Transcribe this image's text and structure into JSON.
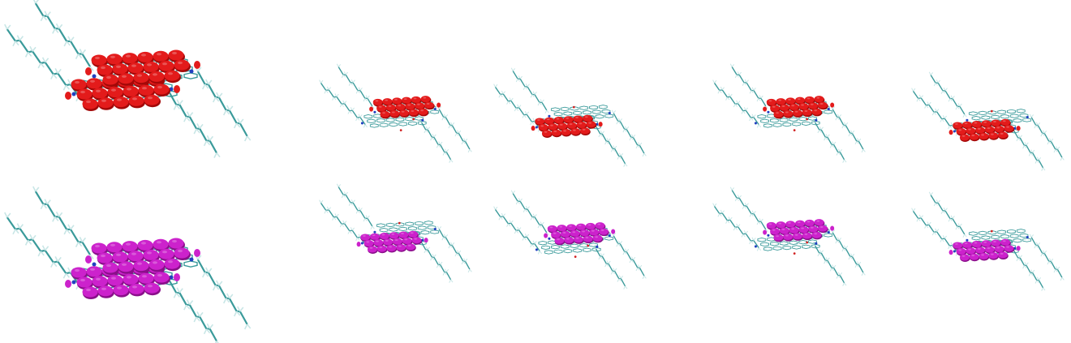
{
  "colors": {
    "background": "#ffffff",
    "occupied_orbital": "#e31b1b",
    "occupied_orbital_dark": "#a30808",
    "virtual_orbital": "#cc22cc",
    "virtual_orbital_dark": "#8a0f8a",
    "carbon_bond": "#3a9a9a",
    "hydrogen": "#c8e6e6",
    "nitrogen": "#2040c0",
    "oxygen": "#d02020"
  },
  "figure": {
    "description_visible_text": "",
    "panels": [
      {
        "id": "dimer-occupied",
        "orbital": "occupied",
        "lobes_on": "both"
      },
      {
        "id": "dimer-virtual",
        "orbital": "virtual",
        "lobes_on": "both"
      },
      {
        "id": "pair1-a-occupied",
        "orbital": "occupied",
        "lobes_on": "top"
      },
      {
        "id": "pair1-b-occupied",
        "orbital": "occupied",
        "lobes_on": "bottom"
      },
      {
        "id": "pair1-a-virtual",
        "orbital": "virtual",
        "lobes_on": "bottom"
      },
      {
        "id": "pair1-b-virtual",
        "orbital": "virtual",
        "lobes_on": "top"
      },
      {
        "id": "pair2-a-occupied",
        "orbital": "occupied",
        "lobes_on": "top"
      },
      {
        "id": "pair2-b-occupied",
        "orbital": "occupied",
        "lobes_on": "bottom"
      },
      {
        "id": "pair2-a-virtual",
        "orbital": "virtual",
        "lobes_on": "top"
      },
      {
        "id": "pair2-b-virtual",
        "orbital": "virtual",
        "lobes_on": "bottom"
      }
    ]
  }
}
